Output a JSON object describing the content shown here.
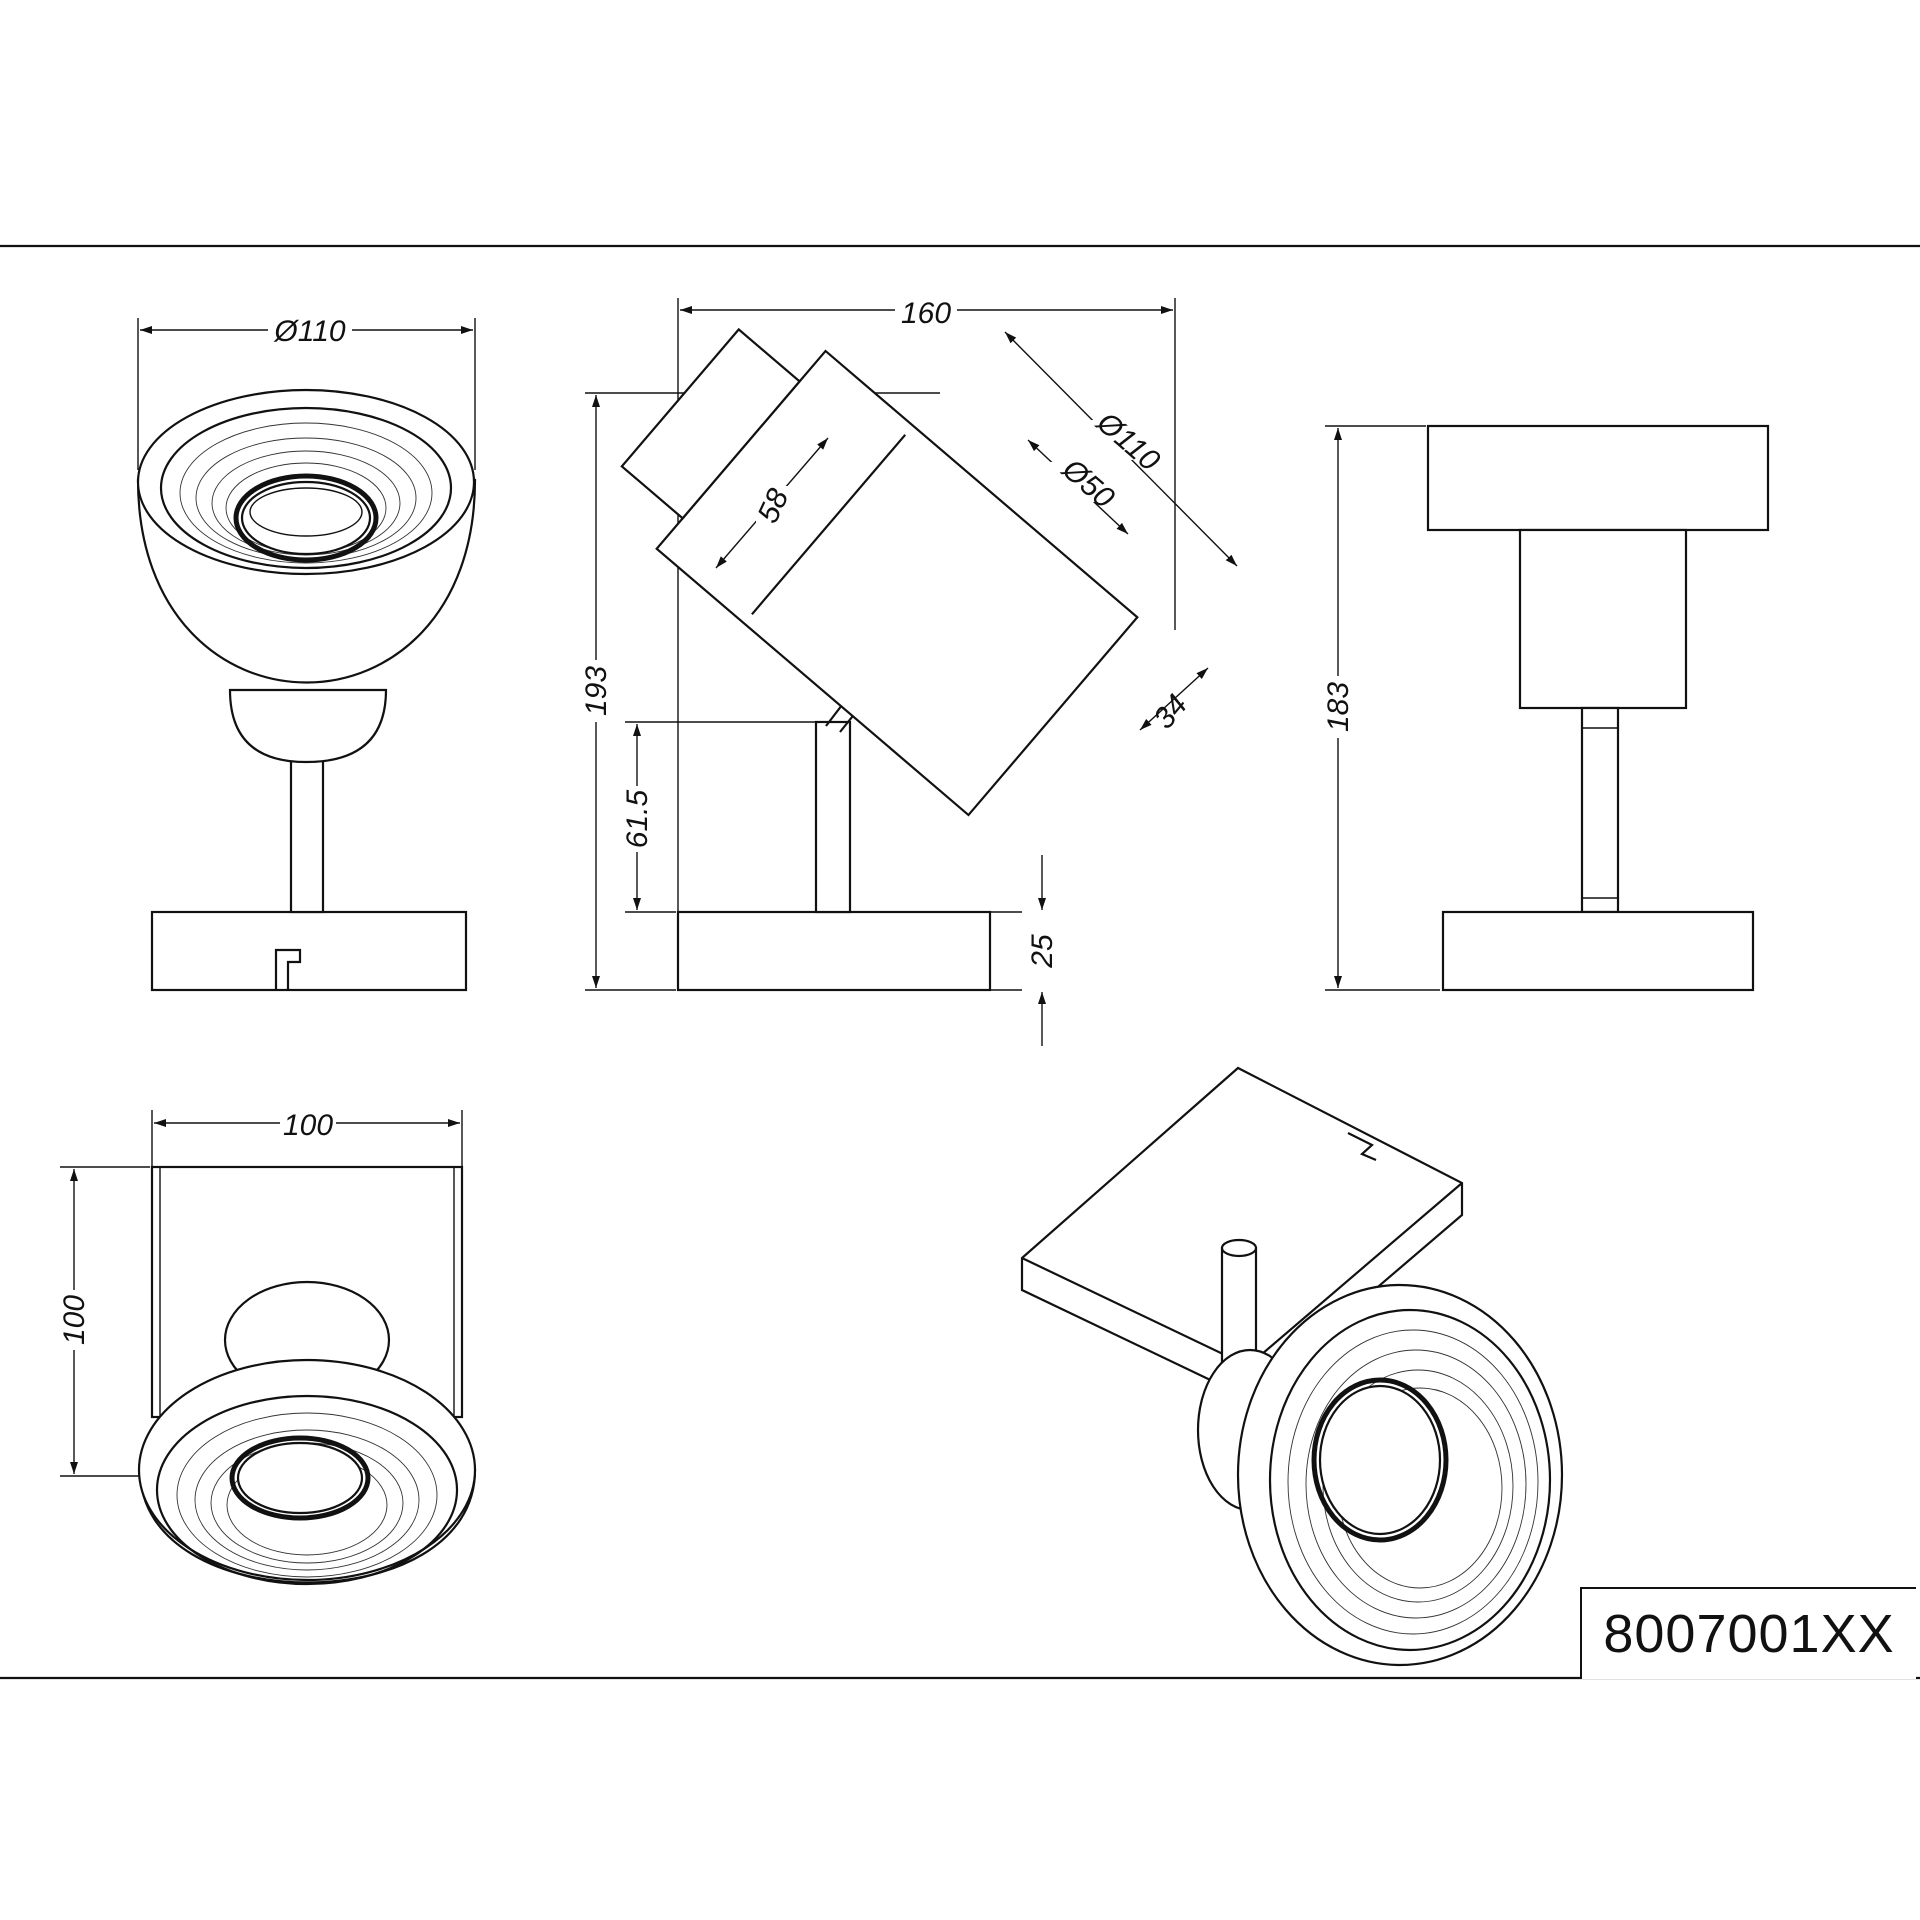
{
  "part_number": "8007001XX",
  "dimensions": {
    "front_diameter": "Ø110",
    "side_width": "160",
    "side_height": "193",
    "head_diameter": "Ø110",
    "lens_diameter": "Ø50",
    "head_depth": "58",
    "lens_recess": "34",
    "joint_height": "61.5",
    "base_thickness": "25",
    "back_height": "183",
    "base_width": "100",
    "base_depth": "100"
  }
}
